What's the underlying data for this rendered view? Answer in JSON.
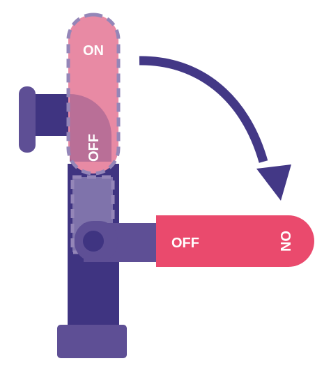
{
  "labels": {
    "ghost_handle_top": "ON",
    "ghost_handle_bottom": "OFF",
    "handle_left": "OFF",
    "handle_right": "ON"
  },
  "colors": {
    "pipe_dark": "#3f3481",
    "pipe_light": "#5e4f95",
    "ghost_handle": "#e88aa4",
    "ghost_overlap": "#b06a95",
    "ghost_stem": "#7f73ab",
    "dashed_outline": "#9486b8",
    "handle": "#ea4a6d",
    "arrow": "#433886",
    "label_text": "#ffffff"
  },
  "icons": {
    "rotation_arrow": "curved-arrow-clockwise"
  }
}
